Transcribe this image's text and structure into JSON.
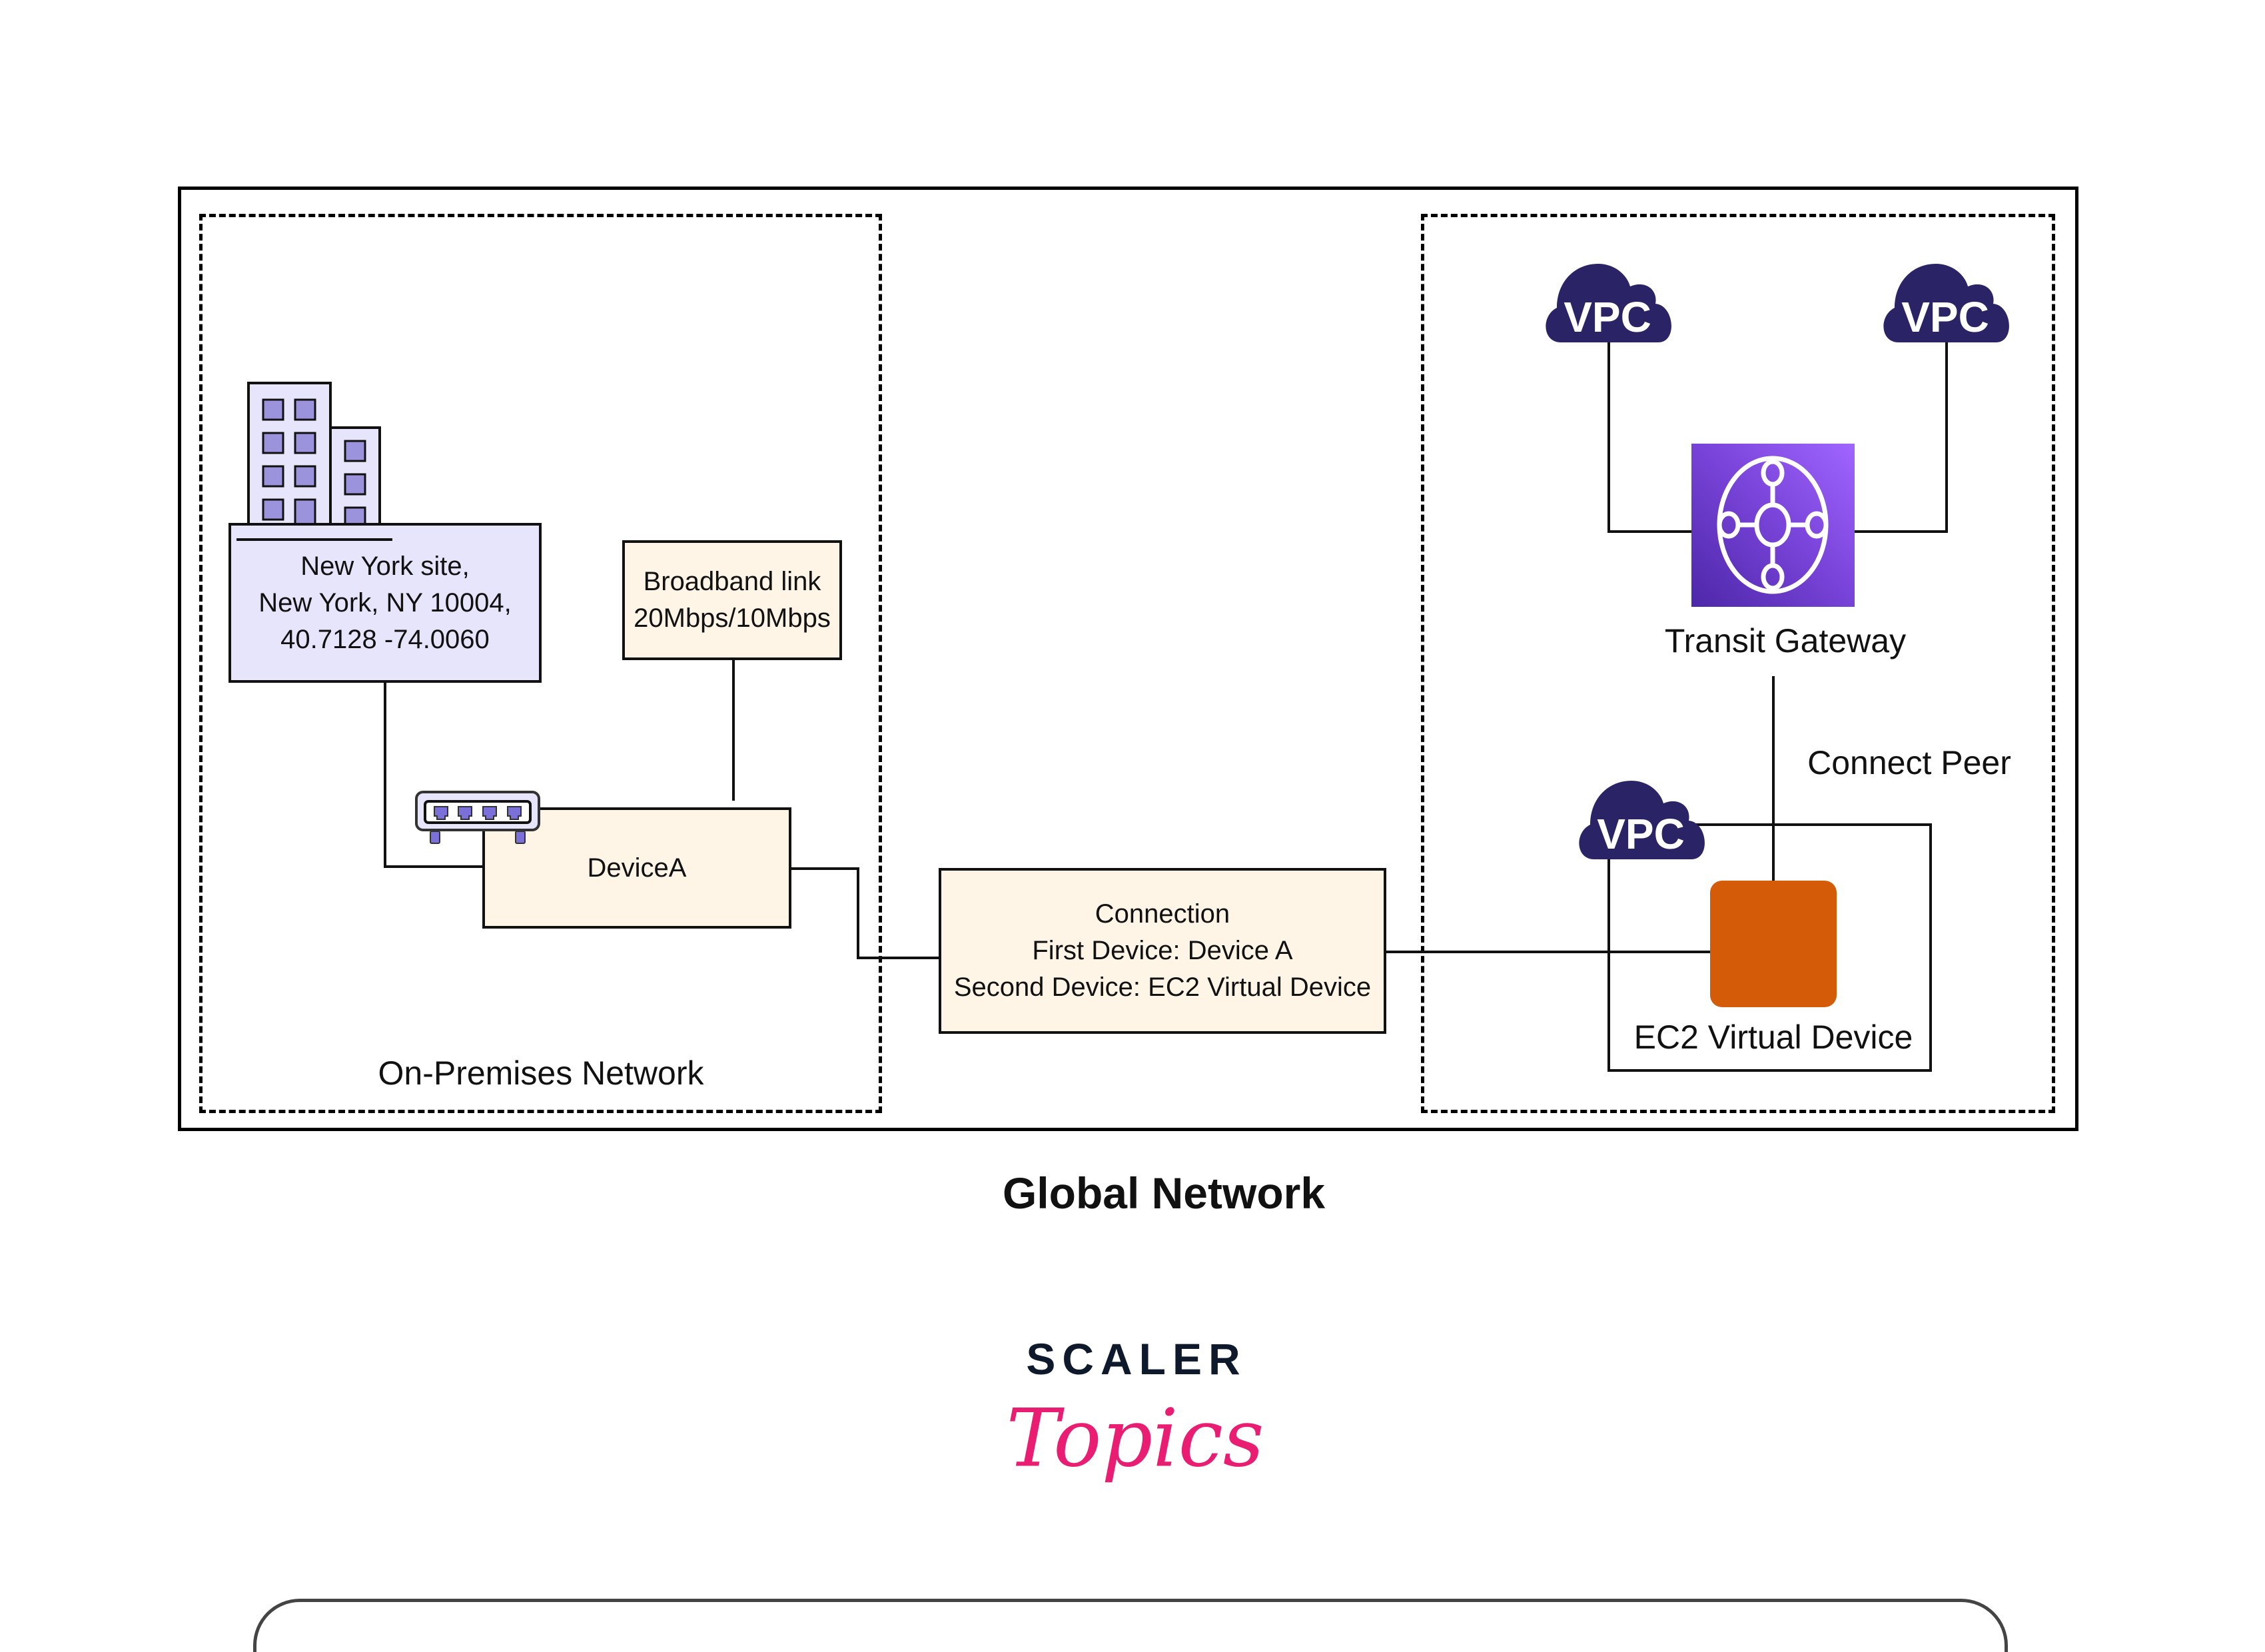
{
  "diagram": {
    "title": "Global Network",
    "regions": {
      "on_premises": "On-Premises Network"
    },
    "site": {
      "label": "New York site,\nNew York, NY 10004,\n40.7128 -74.0060",
      "icon": "building-icon"
    },
    "broadband": {
      "label": "Broadband link\n20Mbps/10Mbps"
    },
    "device_a": {
      "label": "DeviceA",
      "icon": "network-switch-icon"
    },
    "connection": {
      "label": "Connection\nFirst Device: Device A\nSecond Device: EC2 Virtual Device"
    },
    "vpcs": [
      {
        "label": "VPC"
      },
      {
        "label": "VPC"
      },
      {
        "label": "VPC"
      }
    ],
    "transit_gateway": {
      "label": "Transit Gateway",
      "icon": "transit-gateway-icon"
    },
    "connect_peer": {
      "label": "Connect Peer"
    },
    "ec2": {
      "label": "EC2 Virtual Device",
      "icon": "ec2-instance-icon"
    },
    "colors": {
      "vpc": "#2a2466",
      "tgw_from": "#4c27a8",
      "tgw_to": "#a066ff",
      "ec2": "#d45b07",
      "site_fill": "#e6e5fb",
      "box_fill": "#fff5e7",
      "building_window": "#9b94dd"
    }
  },
  "branding": {
    "top": "SCALER",
    "bottom": "Topics",
    "top_color": "#0e1a2b",
    "bottom_color": "#e91e73"
  }
}
